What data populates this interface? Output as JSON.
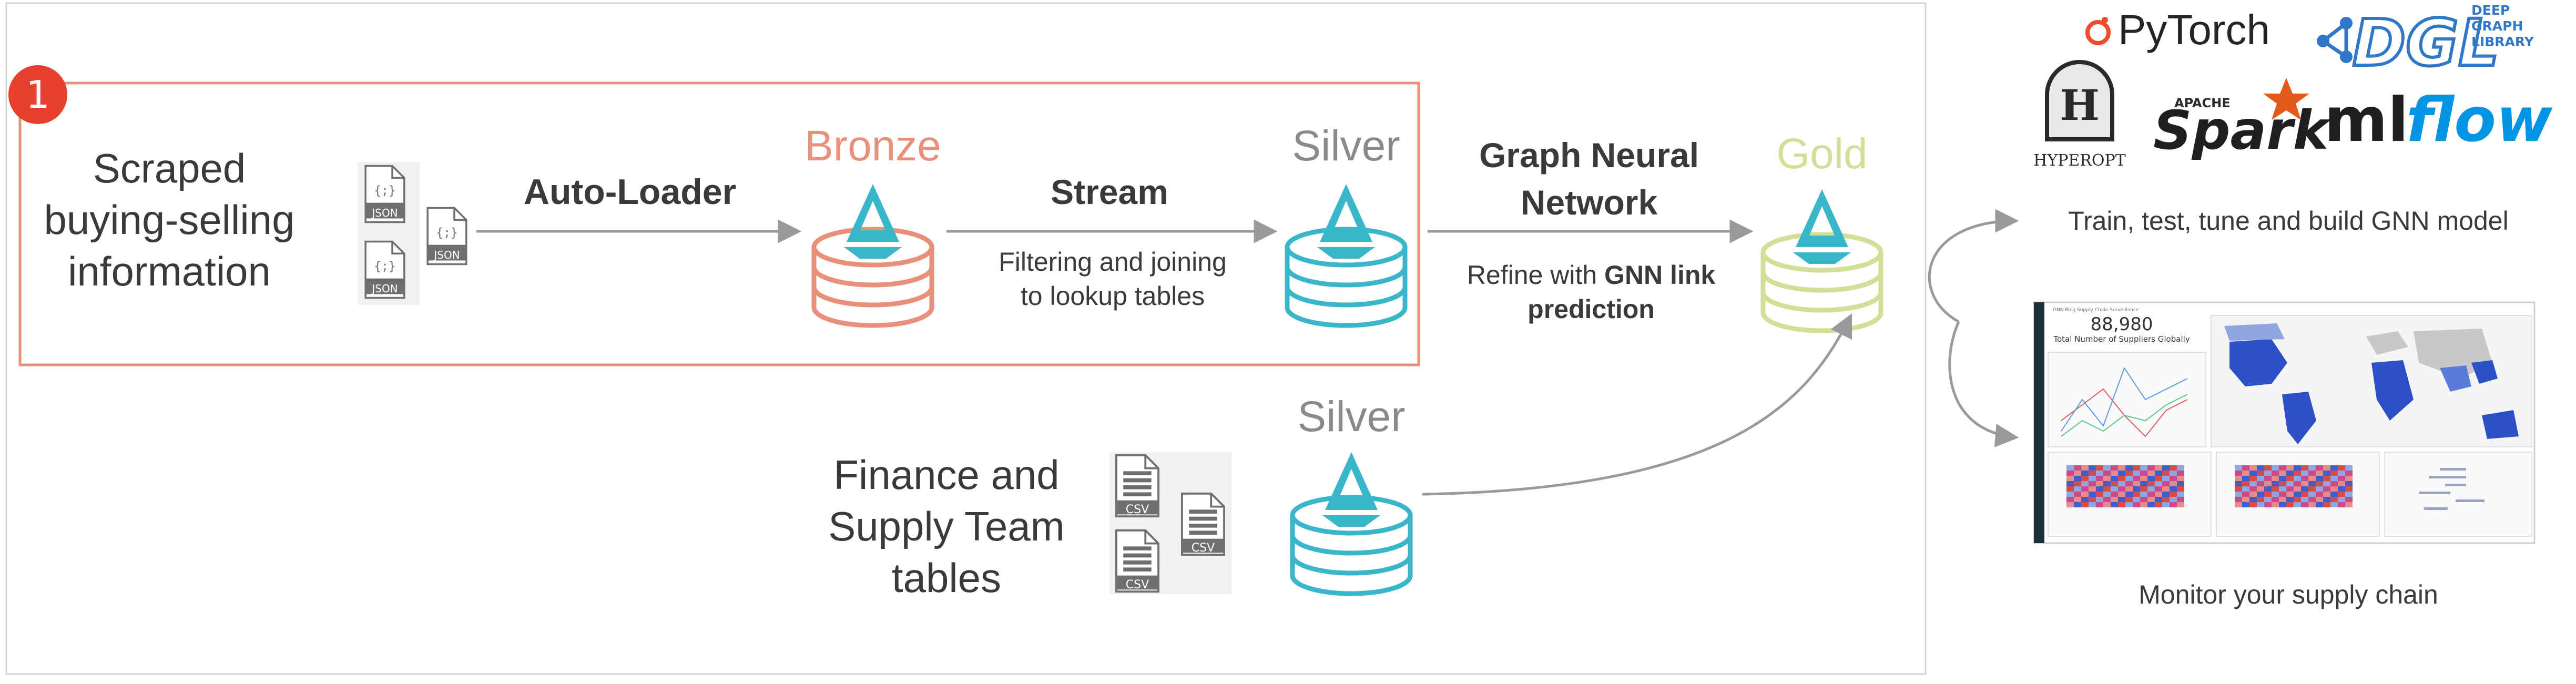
{
  "step_badge": "1",
  "source_scraped": [
    "Scraped",
    "buying-selling",
    "information"
  ],
  "source_finance": [
    "Finance and",
    "Supply Team",
    "tables"
  ],
  "file_json": "JSON",
  "file_csv": "CSV",
  "tier_bronze": "Bronze",
  "tier_silver": "Silver",
  "tier_silver_2": "Silver",
  "tier_gold": "Gold",
  "edge_autoloader": "Auto-Loader",
  "edge_stream": "Stream",
  "edge_stream_desc": [
    "Filtering and joining",
    "to lookup tables"
  ],
  "edge_gnn": [
    "Graph Neural",
    "Network"
  ],
  "edge_gnn_desc": {
    "pre": "Refine with ",
    "bold1": "GNN link",
    "bold2": "prediction"
  },
  "logos": {
    "pytorch": "PyTorch",
    "dgl": "DGL",
    "dgl_sub": [
      "DEEP",
      "GRAPH",
      "LIBRARY"
    ],
    "hyperopt": "HYPEROPT",
    "hyperopt_letter": "H",
    "spark": "Spark",
    "spark_apache": "APACHE",
    "mlflow_ml": "ml",
    "mlflow_flow": "flow"
  },
  "output_train": "Train, test, tune and build GNN model",
  "output_monitor": "Monitor your supply chain",
  "dashboard": {
    "title": "GNN Blog Supply Chain Surveillance",
    "kpi_value": "88,980",
    "kpi_label": "Total Number of Suppliers Globally"
  },
  "colors": {
    "bronze": "#E8907A",
    "silver": "#39B6C9",
    "gold": "#D5DE96",
    "arrow": "#9a9a9a",
    "badge": "#E8402C",
    "highlight_border": "#E8907A",
    "navy": "#1B3139"
  }
}
